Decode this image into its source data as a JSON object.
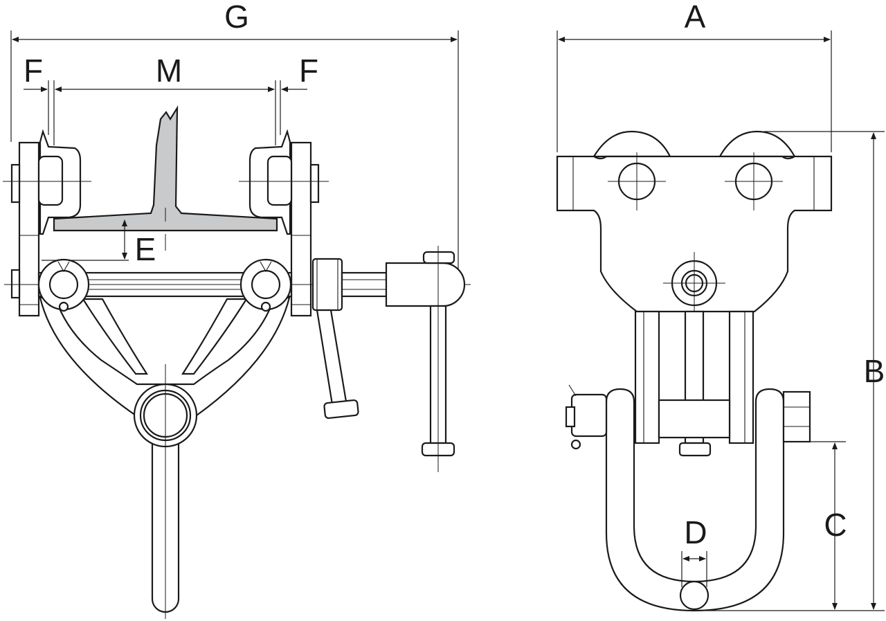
{
  "labels": {
    "G": "G",
    "M": "M",
    "F_left": "F",
    "F_right": "F",
    "E": "E",
    "A": "A",
    "B": "B",
    "C": "C",
    "D": "D"
  },
  "colors": {
    "line": "#1a1a1a",
    "beam_fill": "#c8cacb",
    "background": "#ffffff"
  }
}
